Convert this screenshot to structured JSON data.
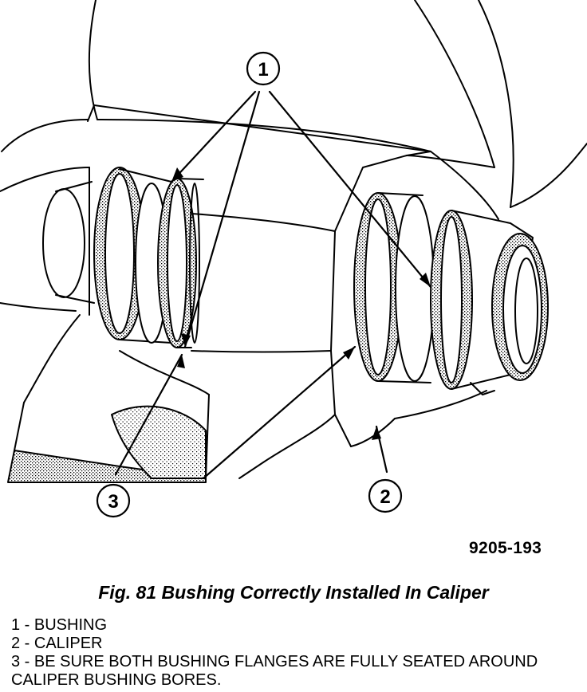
{
  "diagram": {
    "callouts": [
      {
        "id": "1",
        "label": "1"
      },
      {
        "id": "2",
        "label": "2"
      },
      {
        "id": "3",
        "label": "3"
      }
    ],
    "figure_code": "9205-193"
  },
  "caption": "Fig. 81 Bushing Correctly Installed In Caliper",
  "legend": [
    "1 - BUSHING",
    "2 - CALIPER",
    "3 - BE SURE BOTH BUSHING FLANGES ARE FULLY SEATED AROUND CALIPER BUSHING BORES."
  ]
}
